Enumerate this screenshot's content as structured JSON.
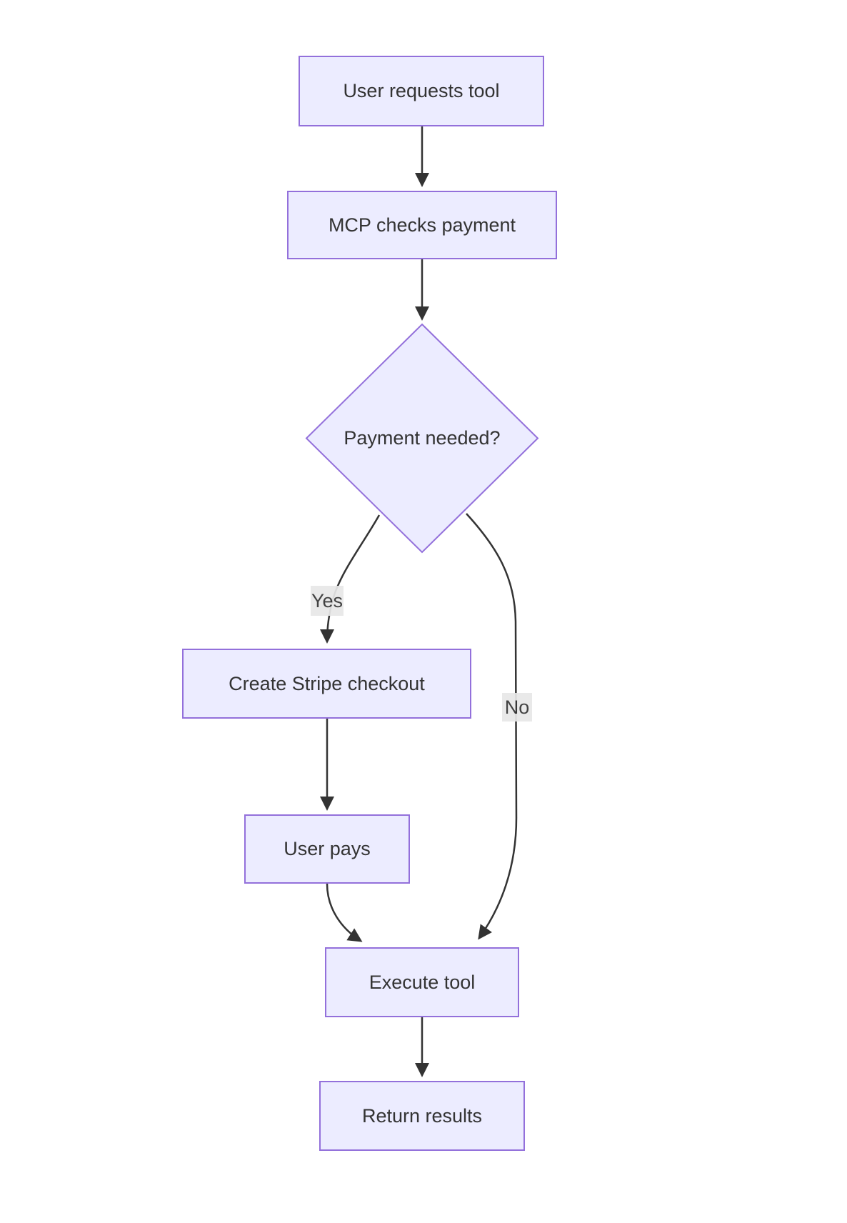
{
  "diagram": {
    "type": "flowchart",
    "direction": "top-down",
    "colors": {
      "background": "#ffffff",
      "node_fill": "#ECECFF",
      "node_border": "#9370DB",
      "edge_color": "#333333",
      "text_color": "#333333",
      "edge_label_bg": "#e8e8e8"
    },
    "nodes": [
      {
        "id": "A",
        "shape": "rect",
        "label": "User requests tool"
      },
      {
        "id": "B",
        "shape": "rect",
        "label": "MCP checks payment"
      },
      {
        "id": "C",
        "shape": "diamond",
        "label": "Payment needed?"
      },
      {
        "id": "D",
        "shape": "rect",
        "label": "Create Stripe checkout"
      },
      {
        "id": "E",
        "shape": "rect",
        "label": "User pays"
      },
      {
        "id": "F",
        "shape": "rect",
        "label": "Execute tool"
      },
      {
        "id": "G",
        "shape": "rect",
        "label": "Return results"
      }
    ],
    "edges": [
      {
        "from": "A",
        "to": "B",
        "label": ""
      },
      {
        "from": "B",
        "to": "C",
        "label": ""
      },
      {
        "from": "C",
        "to": "D",
        "label": "Yes"
      },
      {
        "from": "D",
        "to": "E",
        "label": ""
      },
      {
        "from": "E",
        "to": "F",
        "label": ""
      },
      {
        "from": "C",
        "to": "F",
        "label": "No"
      },
      {
        "from": "F",
        "to": "G",
        "label": ""
      }
    ]
  }
}
